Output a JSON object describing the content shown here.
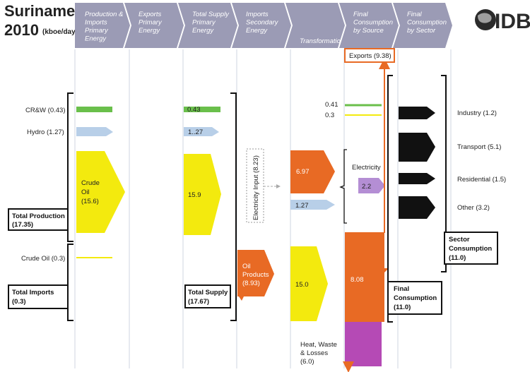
{
  "title": {
    "country": "Suriname",
    "year": "2010",
    "unit": "(kboe/day)"
  },
  "logo_text": "IDB",
  "headers": [
    [
      "Production &",
      "Imports",
      "Primary",
      "Energy"
    ],
    [
      "Exports",
      "Primary",
      "Energy"
    ],
    [
      "Total Supply",
      "Primary",
      "Energy"
    ],
    [
      "Imports",
      "Secondary",
      "Energy"
    ],
    [
      "Transformation"
    ],
    [
      "Final",
      "Consumption",
      "by Source"
    ],
    [
      "Final",
      "Consumption",
      "by Sector"
    ]
  ],
  "labels": {
    "crw": "CR&W (0.43)",
    "hydro": "Hydro (1.27)",
    "crude_prod": [
      "Crude",
      "Oil",
      "(15.6)"
    ],
    "total_production": [
      "Total Production",
      "(17.35)"
    ],
    "crude_import": "Crude Oil (0.3)",
    "total_imports": [
      "Total Imports",
      "(0.3)"
    ],
    "supply_crw": "0.43",
    "supply_hydro": "1..27",
    "supply_crude": "15.9",
    "total_supply": [
      "Total Supply",
      "(17.67)"
    ],
    "electricity_input": "Electricity Input (8.23)",
    "oil_products": [
      "Oil",
      "Products",
      "(8.93)"
    ],
    "transform_elec": "6.97",
    "transform_hydro": "1.27",
    "transform_oil": "15.0",
    "heat_waste": [
      "Heat, Waste",
      "& Losses",
      "(6.0)"
    ],
    "src_041": "0.41",
    "src_03": "0.3",
    "electricity": "Electricity",
    "electricity_val": "2.2",
    "oil_final": "8.08",
    "exports": "Exports (9.38)",
    "final_consumption": [
      "Final",
      "Consumption",
      "(11.0)"
    ],
    "industry": "Industry (1.2)",
    "transport": "Transport (5.1)",
    "residential": "Residential (1.5)",
    "other": "Other (3.2)",
    "sector_consumption": [
      "Sector",
      "Consumption",
      "(11.0)"
    ]
  },
  "colors": {
    "header": "#9b9bb5",
    "crw": "#6abf4b",
    "hydro": "#b8cfe8",
    "crude": "#f3ea0e",
    "oil_products": "#e86a24",
    "electricity": "#b48ed4",
    "heat_waste": "#b54ab5",
    "sector": "#111111"
  }
}
